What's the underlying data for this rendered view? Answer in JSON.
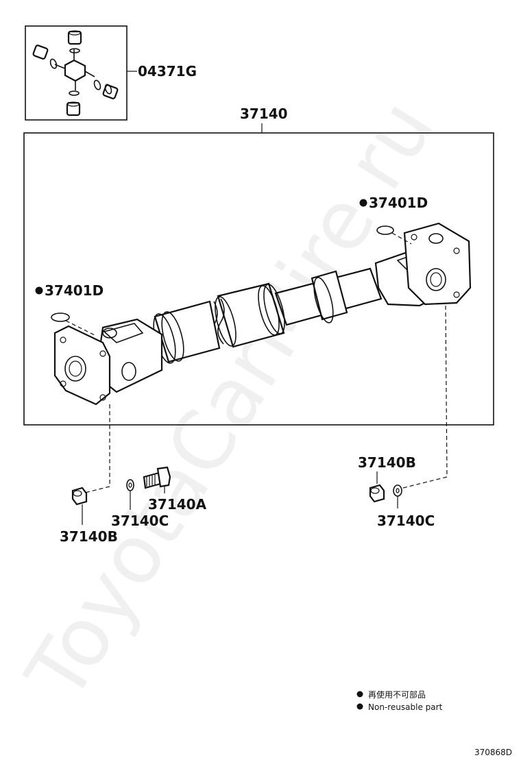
{
  "parts": {
    "spider_kit": "04371G",
    "shaft_assy": "37140",
    "snap_ring_rear": "37401D",
    "snap_ring_front": "37401D",
    "bolt": "37140A",
    "nut_left": "37140B",
    "nut_right": "37140B",
    "washer_left": "37140C",
    "washer_right": "37140C"
  },
  "legend": {
    "line1": "再使用不可部品",
    "line2": "Non-reusable part"
  },
  "figure_code": "370868D",
  "watermark": "ToyotaCarMire.ru"
}
